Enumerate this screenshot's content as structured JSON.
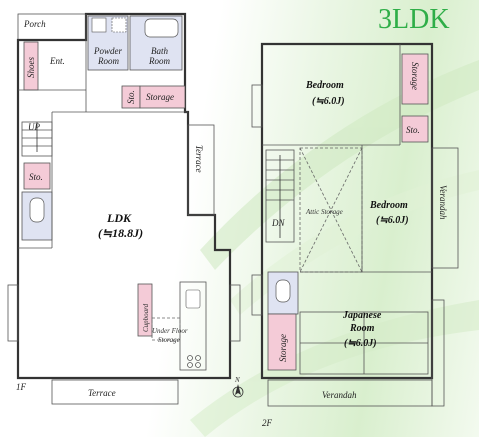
{
  "title": "3LDK",
  "floor1": {
    "label": "1F",
    "rooms": {
      "porch": "Porch",
      "shoes": "Shoes",
      "entrance": "Ent.",
      "powder_room_1": "Powder",
      "powder_room_2": "Room",
      "bath_room_1": "Bath",
      "bath_room_2": "Room",
      "storage": "Storage",
      "sto_small": "Sto.",
      "sto_left": "Sto.",
      "up": "UP",
      "ldk": "LDK",
      "ldk_size": "(≒18.8J)",
      "terrace_side": "Terrace",
      "terrace_bottom": "Terrace",
      "cupboard": "Cupboard",
      "under_floor_1": "Under Floor",
      "under_floor_2": "Storage"
    }
  },
  "floor2": {
    "label": "2F",
    "rooms": {
      "bedroom_top": "Bedroom",
      "bedroom_top_size": "(≒6.0J)",
      "storage_top": "Storage",
      "sto_top": "Sto.",
      "bedroom_mid": "Bedroom",
      "bedroom_mid_size": "(≒6.0J)",
      "attic_storage": "Attic Storage",
      "dn": "DN",
      "verandah_side": "Verandah",
      "japanese_room_1": "Japanese",
      "japanese_room_2": "Room",
      "japanese_room_size": "(≒6.0J)",
      "storage_left": "Storage",
      "verandah_bottom": "Verandah"
    }
  },
  "compass": "N",
  "colors": {
    "title": "#2fae48",
    "storage": "#f4cbd7",
    "wet_area": "#dfe3f2"
  }
}
